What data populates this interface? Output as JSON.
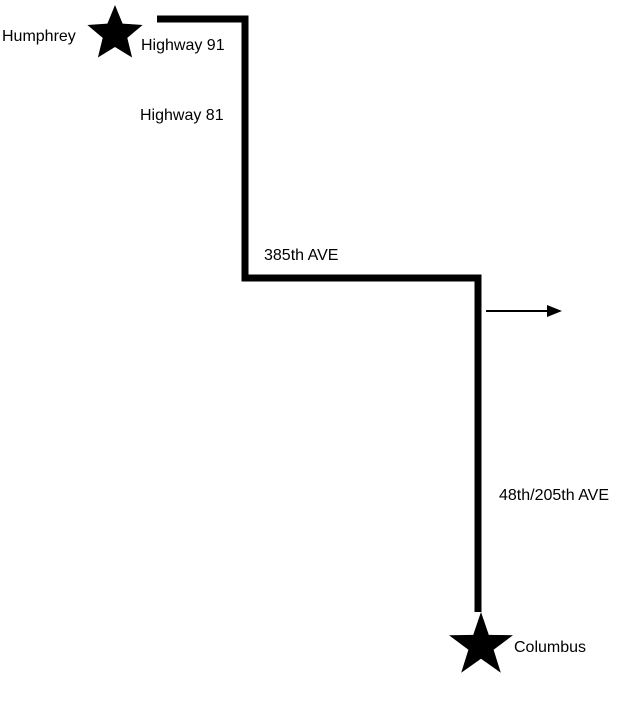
{
  "colors": {
    "background": "#ffffff",
    "route": "#000000",
    "marker": "#000000"
  },
  "places": {
    "start": {
      "name": "Humphrey",
      "icon": "star-icon"
    },
    "end": {
      "name": "Columbus",
      "icon": "star-icon"
    }
  },
  "roads": {
    "highway_91": "Highway 91",
    "highway_81": "Highway 81",
    "ave_385th": "385th AVE",
    "ave_48th_205th": "48th/205th AVE"
  },
  "arrow": {
    "icon": "arrow-right-icon"
  }
}
